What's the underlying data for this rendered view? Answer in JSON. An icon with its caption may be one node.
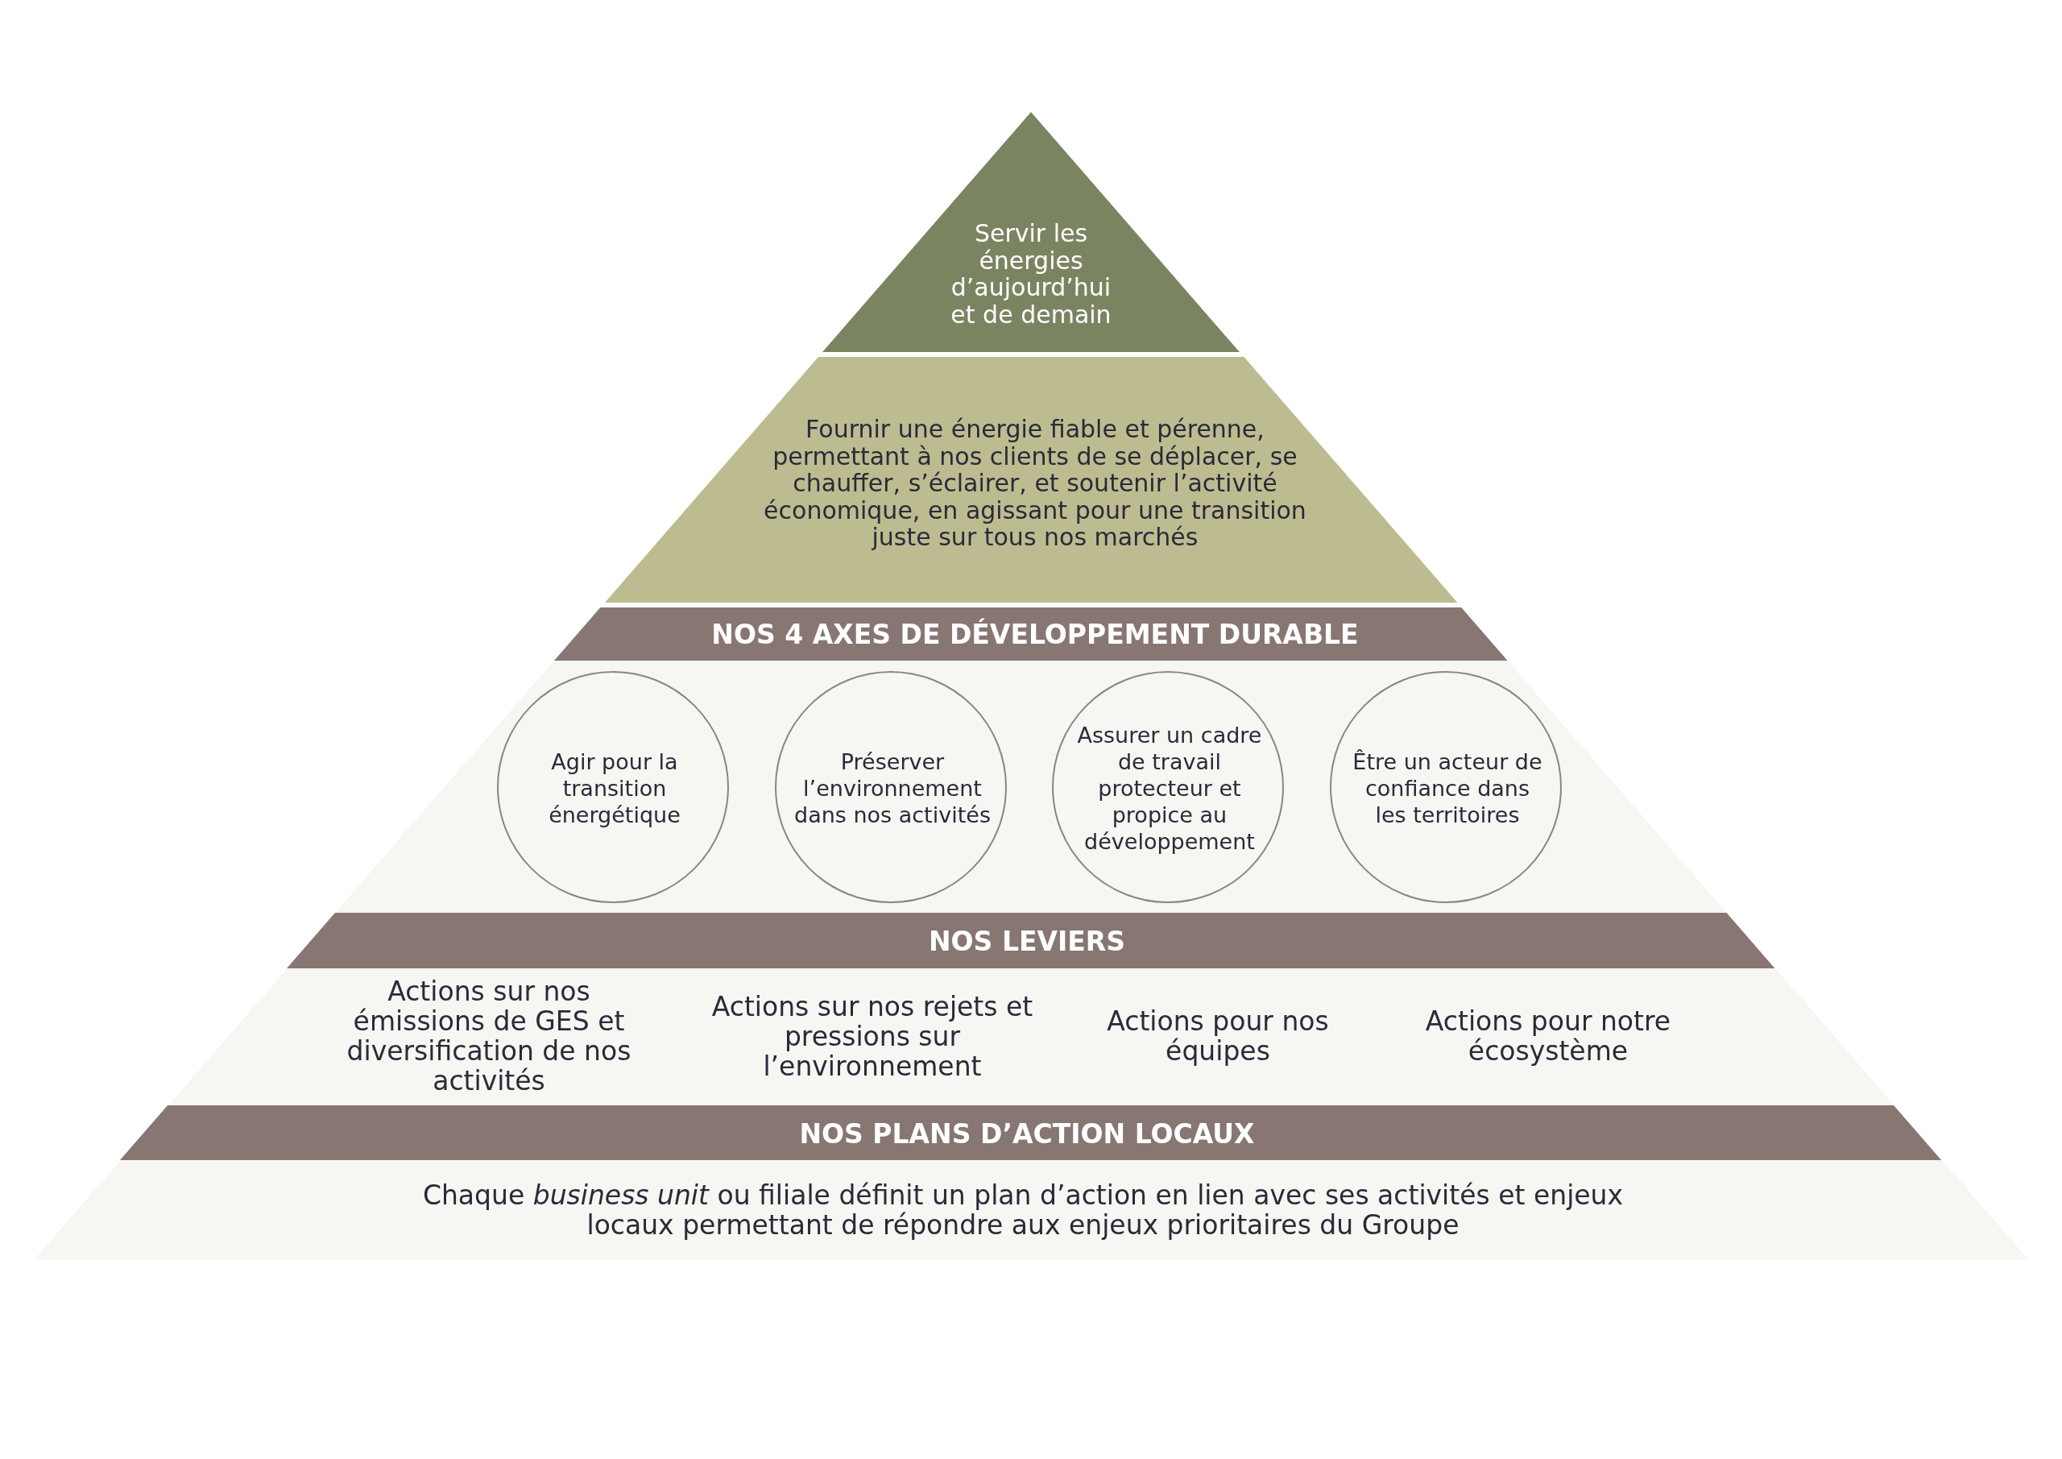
{
  "diagram": {
    "nodes": [
      {
        "text": [
          "Servir les énergies d’aujourd’hui et de demain"
        ]
      },
      {
        "text": [
          "Fournir une énergie fiable et pérenne, permettant à nos clients de se déplacer, se chauffer, s’éclairer, et soutenir l’activité économique, en agissant pour une transition juste sur tous nos marchés"
        ]
      },
      {
        "text": [
          "NOS 4 AXES DE DÉVELOPPEMENT DURABLE"
        ]
      },
      {
        "text": [],
        "shape": "trapezoid"
      },
      {
        "text": [
          "Agir pour la transition énergétique"
        ],
        "in": 3
      },
      {
        "text": [
          "Préserver l’environnement dans nos activités"
        ],
        "in": 3
      },
      {
        "text": [
          "Assurer un cadre de travail protecteur et propice au développement"
        ],
        "in": 3
      },
      {
        "text": [
          "Être un acteur de confiance dans les territoires"
        ],
        "in": 3
      },
      {
        "text": [
          "NOS LEVIERS"
        ]
      },
      {
        "text": [
          "Actions sur nos émissions de GES et diversification de nos activités",
          "Actions sur nos rejets et pressions sur l’environnement",
          "Actions pour nos équipes",
          "Actions pour notre écosystème"
        ]
      },
      {
        "text": [
          "NOS PLANS D’ACTION LOCAUX"
        ]
      },
      {
        "text": [
          "Chaque *business unit* ou filiale définit un plan d’action en lien avec ses activités et enjeux locaux permettant de répondre aux enjeux prioritaires du Groupe"
        ]
      }
    ]
  }
}
